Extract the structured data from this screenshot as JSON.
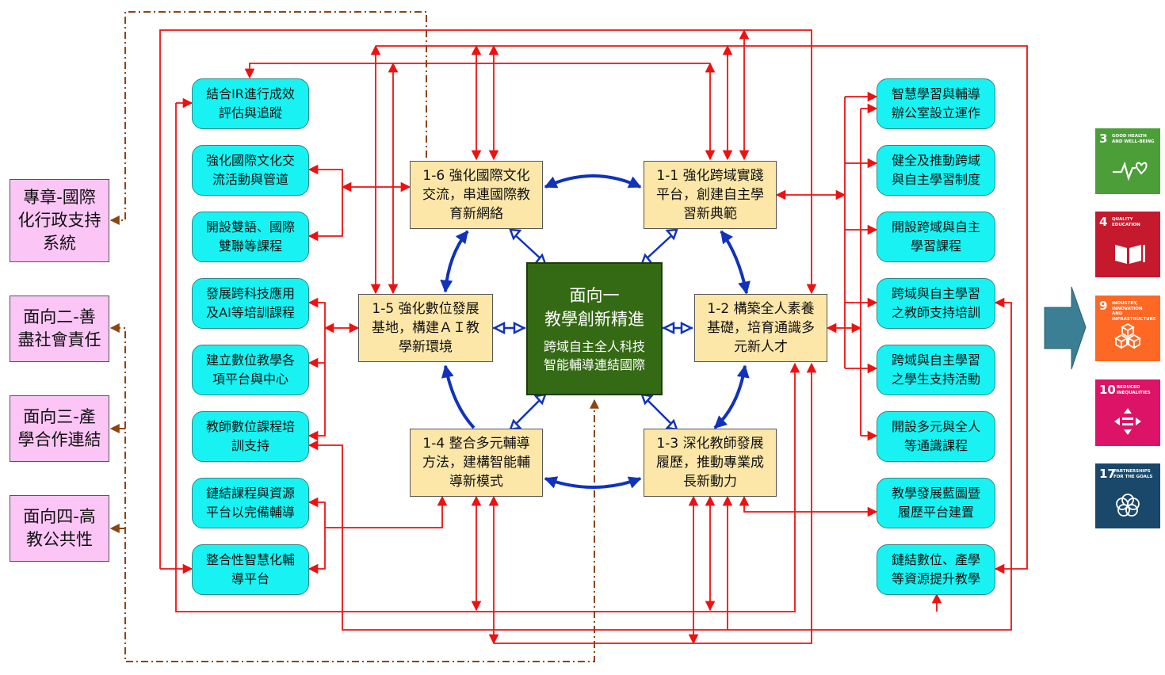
{
  "left_panel": [
    {
      "label": "專章-國際\n化行政支持\n系統"
    },
    {
      "label": "面向二-善\n盡社會責任"
    },
    {
      "label": "面向三-產\n學合作連結"
    },
    {
      "label": "面向四-高\n教公共性"
    }
  ],
  "center": {
    "title": "面向一\n教學創新精進",
    "subtitle": "跨域自主全人科技\n智能輔導連結國際"
  },
  "strategies": {
    "s11": "1-1 強化跨域實踐\n平台，創建自主學\n習新典範",
    "s12": "1-2 構築全人素養\n基礎，培育通識多\n元新人才",
    "s13": "1-3 深化教師發展\n履歷，推動專業成\n長新動力",
    "s14": "1-4 整合多元輔導\n方法，建構智能輔\n導新模式",
    "s15": "1-5 強化數位發展\n基地，構建ＡＩ教\n學新環境",
    "s16": "1-6 強化國際文化\n交流，串連國際教\n育新網絡"
  },
  "left_actions": [
    "結合IR進行成效\n評估與追蹤",
    "強化國際文化交\n流活動與管道",
    "開設雙語、國際\n雙聯等課程",
    "發展跨科技應用\n及AI等培訓課程",
    "建立數位教學各\n項平台與中心",
    "教師數位課程培\n訓支持",
    "鏈結課程與資源\n平台以完備輔導",
    "整合性智慧化輔\n導平台"
  ],
  "right_actions": [
    "智慧學習與輔導\n辦公室設立運作",
    "健全及推動跨域\n與自主學習制度",
    "開設跨域與自主\n學習課程",
    "跨域與自主學習\n之教師支持培訓",
    "跨域與自主學習\n之學生支持活動",
    "開設多元與全人\n等通識課程",
    "教學發展藍圖暨\n履歷平台建置",
    "鏈結數位、產學\n等資源提升教學"
  ],
  "sdgs": [
    {
      "number": "3",
      "label": "GOOD HEALTH\nAND WELL-BEING",
      "color": "#4c9f38",
      "icon": "heartbeat-icon"
    },
    {
      "number": "4",
      "label": "QUALITY\nEDUCATION",
      "color": "#c5192d",
      "icon": "book-icon"
    },
    {
      "number": "9",
      "label": "INDUSTRY, INNOVATION\nAND INFRASTRUCTURE",
      "color": "#fd6925",
      "icon": "cubes-icon"
    },
    {
      "number": "10",
      "label": "REDUCED\nINEQUALITIES",
      "color": "#dd1367",
      "icon": "equality-icon"
    },
    {
      "number": "17",
      "label": "PARTNERSHIPS\nFOR THE GOALS",
      "color": "#19486a",
      "icon": "rings-icon"
    }
  ],
  "colors": {
    "red_link": "#ee1111",
    "blue_link": "#1133bb",
    "brown_dashed": "#8b4513",
    "teal_arrow": "#3b7f94"
  }
}
